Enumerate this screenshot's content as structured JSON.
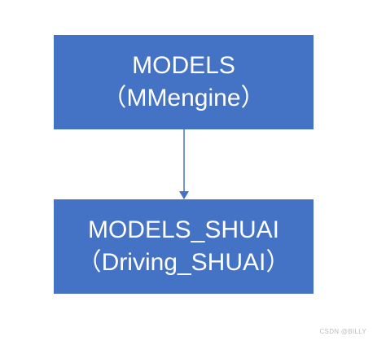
{
  "diagram": {
    "nodes": [
      {
        "line1": "MODELS",
        "line2": "（MMengine）"
      },
      {
        "line1": "MODELS_SHUAI",
        "line2": "（Driving_SHUAI）"
      }
    ],
    "edge": {
      "from": 0,
      "to": 1,
      "arrow": "down"
    },
    "colors": {
      "node_fill": "#4472c4",
      "node_text": "#ffffff",
      "connector": "#4472c4"
    }
  },
  "watermark": "CSDN @BILLY"
}
